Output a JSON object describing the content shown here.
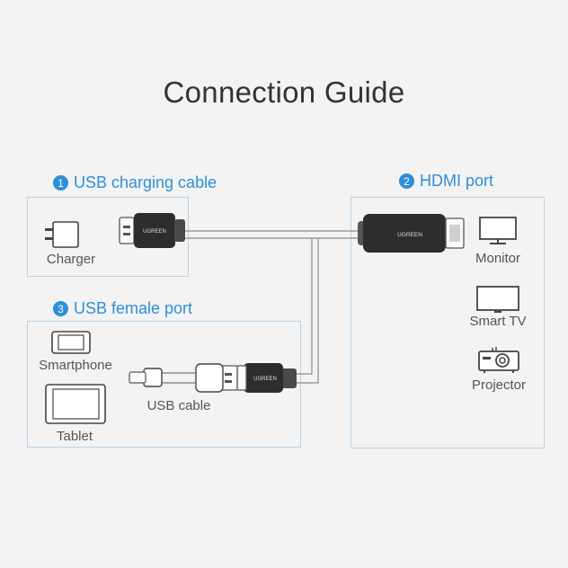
{
  "title": "Connection Guide",
  "sections": [
    {
      "number": "1",
      "label": "USB charging cable"
    },
    {
      "number": "2",
      "label": "HDMI port"
    },
    {
      "number": "3",
      "label": "USB female port"
    }
  ],
  "devices": {
    "charger": "Charger",
    "monitor": "Monitor",
    "smart_tv": "Smart TV",
    "projector": "Projector",
    "smartphone": "Smartphone",
    "tablet": "Tablet",
    "usb_cable": "USB cable"
  },
  "brand": "UGREEN",
  "colors": {
    "accent": "#2f8fd8",
    "panel_border": "#b8d3ea",
    "cable": "#777777"
  }
}
